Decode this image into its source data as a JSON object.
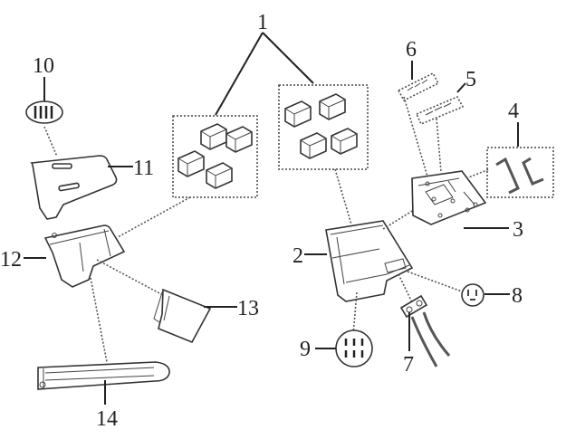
{
  "diagram": {
    "title": "",
    "callouts": [
      {
        "id": "1",
        "text": "1"
      },
      {
        "id": "2",
        "text": "2"
      },
      {
        "id": "3",
        "text": "3"
      },
      {
        "id": "4",
        "text": "4"
      },
      {
        "id": "5",
        "text": "5"
      },
      {
        "id": "6",
        "text": "6"
      },
      {
        "id": "7",
        "text": "7"
      },
      {
        "id": "8",
        "text": "8"
      },
      {
        "id": "9",
        "text": "9"
      },
      {
        "id": "10",
        "text": "10"
      },
      {
        "id": "11",
        "text": "11"
      },
      {
        "id": "12",
        "text": "12"
      },
      {
        "id": "13",
        "text": "13"
      },
      {
        "id": "14",
        "text": "14"
      }
    ],
    "parts": [
      {
        "callout": "1",
        "name": "battery-cells-group",
        "count": 8
      },
      {
        "callout": "2",
        "name": "battery-box"
      },
      {
        "callout": "3",
        "name": "battery-box-lid"
      },
      {
        "callout": "4",
        "name": "handles",
        "count": 2
      },
      {
        "callout": "5",
        "name": "connector-plate"
      },
      {
        "callout": "6",
        "name": "connector-plate-small"
      },
      {
        "callout": "7",
        "name": "wiring-harness"
      },
      {
        "callout": "8",
        "name": "fastener-set"
      },
      {
        "callout": "9",
        "name": "screw-set",
        "count": 6
      },
      {
        "callout": "10",
        "name": "screw-set",
        "count": 4
      },
      {
        "callout": "11",
        "name": "cover"
      },
      {
        "callout": "12",
        "name": "bracket-housing"
      },
      {
        "callout": "13",
        "name": "pad"
      },
      {
        "callout": "14",
        "name": "strap"
      }
    ]
  }
}
